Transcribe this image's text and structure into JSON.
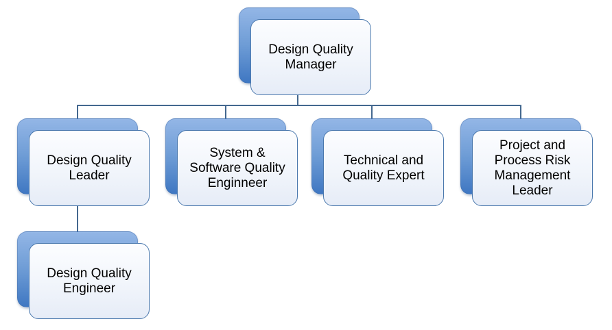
{
  "colors": {
    "background": "#ffffff",
    "node_back_top": "#93b6e6",
    "node_back_bottom": "#3f77c2",
    "node_front_top": "#fcfdff",
    "node_front_bottom": "#e6ecf7",
    "node_border": "#4a78ad",
    "connector": "#44688f",
    "text": "#000000"
  },
  "nodes": {
    "manager": {
      "label": "Design Quality\nManager"
    },
    "leader": {
      "label": "Design Quality\nLeader"
    },
    "system_software": {
      "label": "System &\nSoftware Quality\nEnginneer"
    },
    "technical_expert": {
      "label": "Technical and\nQuality Expert"
    },
    "risk_leader": {
      "label": "Project and\nProcess Risk\nManagement\nLeader"
    },
    "design_engineer": {
      "label": "Design Quality\nEngineer"
    }
  },
  "hierarchy": {
    "root": "manager",
    "manager_reports": [
      "leader",
      "system_software",
      "technical_expert",
      "risk_leader"
    ],
    "leader_reports": [
      "design_engineer"
    ]
  }
}
